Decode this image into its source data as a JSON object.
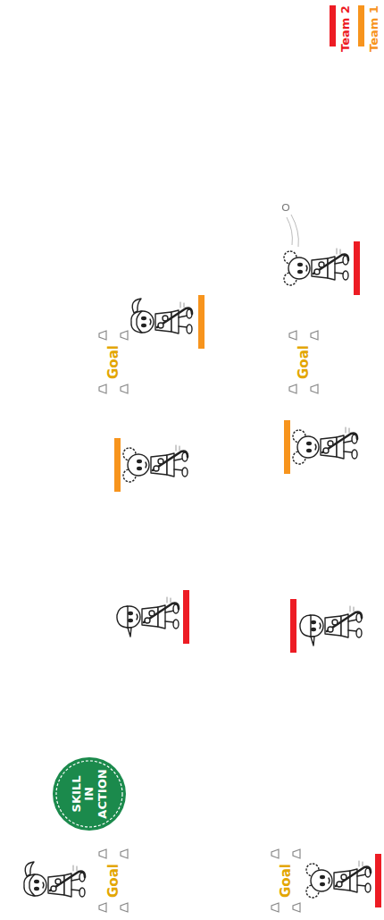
{
  "diagram": {
    "nodes": [
      {
        "text": [
          "SKILL IN ACTION"
        ]
      }
    ],
    "labels": [
      "Goal",
      "Goal",
      "Goal",
      "Goal"
    ],
    "legend": [
      {
        "text": "Team 1",
        "color": "#f7941d"
      },
      {
        "text": "Team 2",
        "color": "#ed1c24"
      }
    ]
  }
}
